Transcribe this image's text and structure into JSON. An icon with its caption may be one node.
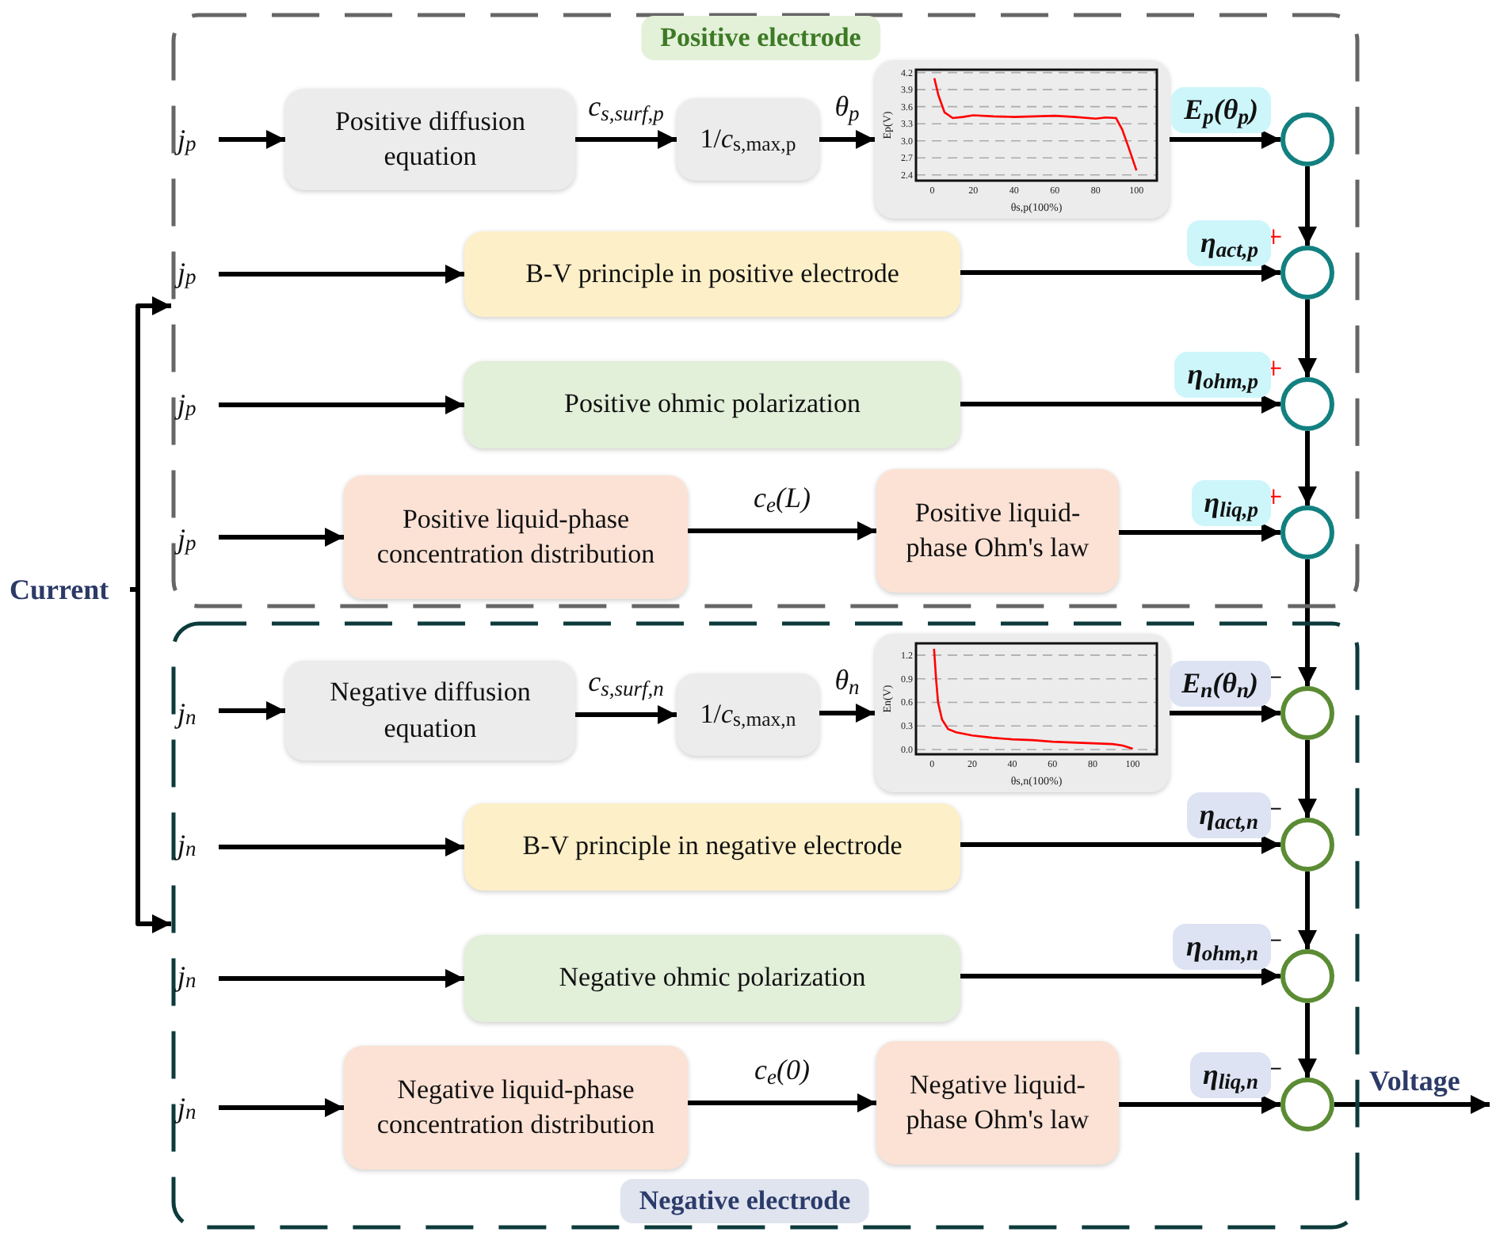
{
  "diagram": {
    "nodes": [
      {
        "text": [
          "Positive electrode"
        ]
      },
      {
        "text": [
          "j$_{p}$"
        ],
        "in": 0
      },
      {
        "text": [
          "Positive diffusion equation"
        ],
        "in": 0
      },
      {
        "text": [
          "1/*c*$_{s,max,p}$"
        ],
        "in": 0
      },
      {
        "text": [],
        "shape": "chart",
        "in": 0
      },
      {
        "text": [],
        "shape": "circle",
        "in": 0
      },
      {
        "text": [
          "j$_{p}$"
        ],
        "in": 0
      },
      {
        "text": [
          "B-V principle in positive electrode"
        ],
        "in": 0
      },
      {
        "text": [],
        "shape": "circle",
        "in": 0,
        "beside": [
          "+"
        ]
      },
      {
        "text": [
          "j$_{p}$"
        ],
        "in": 0
      },
      {
        "text": [
          "Positive ohmic polarization"
        ],
        "in": 0
      },
      {
        "text": [],
        "shape": "circle",
        "in": 0,
        "beside": [
          "+"
        ]
      },
      {
        "text": [
          "j$_{p}$"
        ],
        "in": 0
      },
      {
        "text": [
          "Positive liquid-phase concentration distribution"
        ],
        "in": 0
      },
      {
        "text": [
          "Positive liquid-phase Ohm's law"
        ],
        "in": 0
      },
      {
        "text": [],
        "shape": "circle",
        "in": 0,
        "beside": [
          "+"
        ]
      },
      {
        "text": [
          "Current"
        ]
      },
      {
        "text": [
          "Negative electrode"
        ]
      },
      {
        "text": [
          "j$_{n}$"
        ],
        "in": 17
      },
      {
        "text": [
          "Negative diffusion equation"
        ],
        "in": 17
      },
      {
        "text": [
          "1/*c*$_{s,max,n}$"
        ],
        "in": 17
      },
      {
        "text": [],
        "shape": "chart",
        "in": 17
      },
      {
        "text": [],
        "shape": "circle",
        "in": 17,
        "beside": [
          "−"
        ]
      },
      {
        "text": [
          "j$_{n}$"
        ],
        "in": 17
      },
      {
        "text": [
          "B-V principle in negative electrode"
        ],
        "in": 17
      },
      {
        "text": [],
        "shape": "circle",
        "in": 17,
        "beside": [
          "−"
        ]
      },
      {
        "text": [
          "j$_{n}$"
        ],
        "in": 17
      },
      {
        "text": [
          "Negative ohmic polarization"
        ],
        "in": 17
      },
      {
        "text": [],
        "shape": "circle",
        "in": 17,
        "beside": [
          "−"
        ]
      },
      {
        "text": [
          "j$_{n}$"
        ],
        "in": 17
      },
      {
        "text": [
          "Negative liquid-phase concentration distribution"
        ],
        "in": 17
      },
      {
        "text": [
          "Negative liquid-phase Ohm's law"
        ],
        "in": 17
      },
      {
        "text": [],
        "shape": "circle",
        "in": 17,
        "beside": [
          "−"
        ]
      }
    ],
    "edges": [
      {
        "from": 1,
        "to": 2,
        "arrow": "to"
      },
      {
        "from": 2,
        "to": 3,
        "arrow": "to",
        "label": "c$_{s,surf,p}$"
      },
      {
        "from": 3,
        "to": 4,
        "arrow": "to",
        "label": "θ$_{p}$"
      },
      {
        "from": 4,
        "to": 5,
        "arrow": "to",
        "label": "E$_{p}$(θ$_{p}$)"
      },
      {
        "from": 6,
        "to": 7,
        "arrow": "to"
      },
      {
        "from": 7,
        "to": 8,
        "arrow": "to",
        "label": "η$_{act,p}$"
      },
      {
        "from": 9,
        "to": 10,
        "arrow": "to"
      },
      {
        "from": 10,
        "to": 11,
        "arrow": "to",
        "label": "η$_{ohm,p}$"
      },
      {
        "from": 12,
        "to": 13,
        "arrow": "to"
      },
      {
        "from": 13,
        "to": 14,
        "arrow": "to",
        "label": "c$_{e}$(L)"
      },
      {
        "from": 14,
        "to": 15,
        "arrow": "to",
        "label": "η$_{liq,p}$"
      },
      {
        "from": 5,
        "to": 8,
        "arrow": "to"
      },
      {
        "from": 8,
        "to": 11,
        "arrow": "to"
      },
      {
        "from": 11,
        "to": 15,
        "arrow": "to"
      },
      {
        "from": 15,
        "to": 22,
        "arrow": "to"
      },
      {
        "from": 16,
        "to": 0,
        "arrow": "to"
      },
      {
        "from": 16,
        "to": 17,
        "arrow": "to"
      },
      {
        "from": 18,
        "to": 19,
        "arrow": "to"
      },
      {
        "from": 19,
        "to": 20,
        "arrow": "to",
        "label": "c$_{s,surf,n}$"
      },
      {
        "from": 20,
        "to": 21,
        "arrow": "to",
        "label": "θ$_{n}$"
      },
      {
        "from": 21,
        "to": 22,
        "arrow": "to",
        "label": "E$_{n}$(θ$_{n}$)"
      },
      {
        "from": 23,
        "to": 24,
        "arrow": "to"
      },
      {
        "from": 24,
        "to": 25,
        "arrow": "to",
        "label": "η$_{act,n}$"
      },
      {
        "from": 26,
        "to": 27,
        "arrow": "to"
      },
      {
        "from": 27,
        "to": 28,
        "arrow": "to",
        "label": "η$_{ohm,n}$"
      },
      {
        "from": 29,
        "to": 30,
        "arrow": "to"
      },
      {
        "from": 30,
        "to": 31,
        "arrow": "to",
        "label": "*c*$_{e}$(0)"
      },
      {
        "from": 31,
        "to": 32,
        "arrow": "to",
        "label": "η$_{liq,n}$"
      },
      {
        "from": 22,
        "to": 25,
        "arrow": "to"
      },
      {
        "from": 25,
        "to": 28,
        "arrow": "to"
      },
      {
        "from": 28,
        "to": 32,
        "arrow": "to"
      },
      {
        "from": 32,
        "to": null,
        "arrow": "to",
        "label": "Voltage"
      }
    ],
    "chart_data": [
      {
        "type": "line",
        "xlabel": "θs,p(100%)",
        "ylabel": "Ep(V)",
        "xlim": [
          -8,
          110
        ],
        "ylim": [
          2.3,
          4.25
        ],
        "xticks": [
          0,
          20,
          40,
          60,
          80,
          100
        ],
        "yticks": [
          2.4,
          2.7,
          {
            "value": 3,
            "label": "3.0"
          },
          3.3,
          3.6,
          3.9,
          4.2
        ],
        "grid": true,
        "x": [
          1,
          3,
          6,
          10,
          15,
          20,
          30,
          40,
          50,
          60,
          70,
          80,
          85,
          90,
          93,
          96,
          100
        ],
        "series": [
          {
            "color": "#ff0000",
            "values": [
              4.1,
              3.8,
              3.5,
              3.4,
              3.42,
              3.45,
              3.43,
              3.42,
              3.43,
              3.44,
              3.42,
              3.39,
              3.41,
              3.4,
              3.2,
              2.9,
              2.48
            ]
          }
        ]
      },
      {
        "type": "line",
        "xlabel": "θs,n(100%)",
        "ylabel": "En(V)",
        "xlim": [
          -8,
          112
        ],
        "ylim": [
          -0.06,
          1.35
        ],
        "xticks": [
          0,
          20,
          40,
          60,
          80,
          100
        ],
        "yticks": [
          {
            "value": 0,
            "label": "0.0"
          },
          0.3,
          0.6,
          0.9,
          1.2
        ],
        "grid": true,
        "x": [
          1,
          2,
          3,
          5,
          8,
          12,
          20,
          30,
          40,
          50,
          60,
          70,
          80,
          90,
          95,
          100
        ],
        "series": [
          {
            "color": "#ff0000",
            "values": [
              1.28,
              0.9,
              0.6,
              0.38,
              0.26,
              0.22,
              0.18,
              0.15,
              0.13,
              0.12,
              0.1,
              0.09,
              0.08,
              0.07,
              0.05,
              0.01
            ]
          }
        ]
      }
    ]
  }
}
